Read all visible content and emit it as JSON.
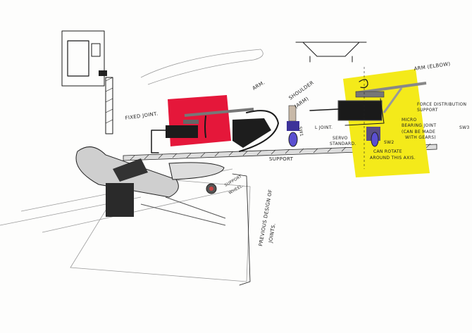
{
  "colors": {
    "red_marker": "#e5173a",
    "yellow_marker": "#f4ea1a",
    "wheel_blue": "#5a4fd0",
    "ink": "#1a1a1a"
  },
  "labels": {
    "fixed_joint": "FIXED JOINT.",
    "arm": "ARM.",
    "shoulder": "SHOULDER",
    "shoulder_arm": "(ARM)",
    "arm_elbow": "ARM (ELBOW)",
    "force_support_1": "FORCE DISTRIBUTION",
    "force_support_2": "SUPPORT",
    "micro": "MICRO",
    "bearing_joint": "BEARING JOINT",
    "can_be_made": "(CAN BE MADE",
    "with_gears": "WITH GEARS)",
    "l_joint": "L JOINT.",
    "servo_1": "SERVO",
    "servo_2": "STANDARD.",
    "sw1": "SW1",
    "sw2": "SW2",
    "sw3": "SW3",
    "can_rotate_1": "CAN ROTATE",
    "can_rotate_2": "AROUND THIS AXIS.",
    "support": "SUPPORT",
    "support_wheel_1": "SUPPORT",
    "support_wheel_2": "WHEEL.",
    "previous_design_1": "PREVIOUS DESIGN OF",
    "previous_design_2": "JOINTS."
  }
}
